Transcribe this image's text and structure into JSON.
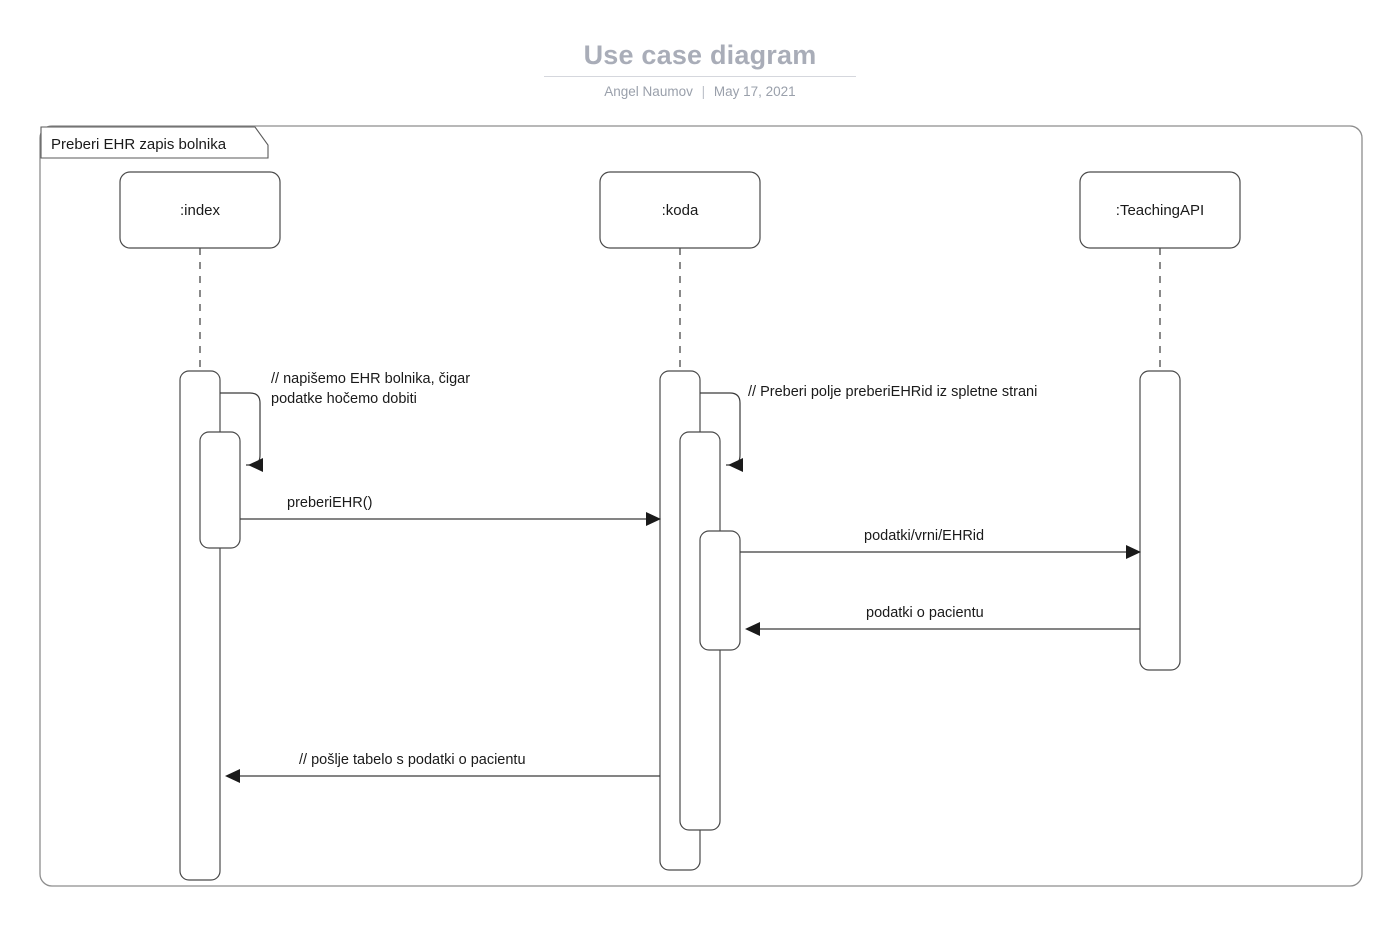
{
  "header": {
    "title": "Use case diagram",
    "author": "Angel Naumov",
    "separator": "|",
    "date": "May 17, 2021",
    "title_color": "#a9adb8",
    "byline_color": "#9aa0ab"
  },
  "diagram": {
    "type": "uml-sequence-diagram",
    "frame_label": "Preberi EHR zapis bolnika",
    "background": "#ffffff",
    "line_color": "#3a3a3a",
    "lifelines": [
      {
        "id": "index",
        "name": ":index"
      },
      {
        "id": "koda",
        "name": ":koda"
      },
      {
        "id": "teachingapi",
        "name": ":TeachingAPI"
      }
    ],
    "messages": [
      {
        "id": "note-index-self",
        "kind": "self-call",
        "from": "index",
        "to": "index",
        "label_line1": "// napišemo EHR bolnika, čigar",
        "label_line2": "podatke hočemo dobiti"
      },
      {
        "id": "note-koda-self",
        "kind": "self-call",
        "from": "koda",
        "to": "koda",
        "label_line1": "// Preberi polje preberiEHRid iz spletne strani",
        "label_line2": ""
      },
      {
        "id": "msg-preberiehr",
        "kind": "call",
        "from": "index",
        "to": "koda",
        "direction": "right",
        "label": "preberiEHR()"
      },
      {
        "id": "msg-podatki-vrni",
        "kind": "call",
        "from": "koda",
        "to": "teachingapi",
        "direction": "right",
        "label": "podatki/vrni/EHRid"
      },
      {
        "id": "msg-podatki-pacientu",
        "kind": "return",
        "from": "teachingapi",
        "to": "koda",
        "direction": "left",
        "label": "podatki o pacientu"
      },
      {
        "id": "msg-poslje-tabelo",
        "kind": "return",
        "from": "koda",
        "to": "index",
        "direction": "left",
        "label": "// pošlje tabelo s podatki o pacientu"
      }
    ]
  }
}
